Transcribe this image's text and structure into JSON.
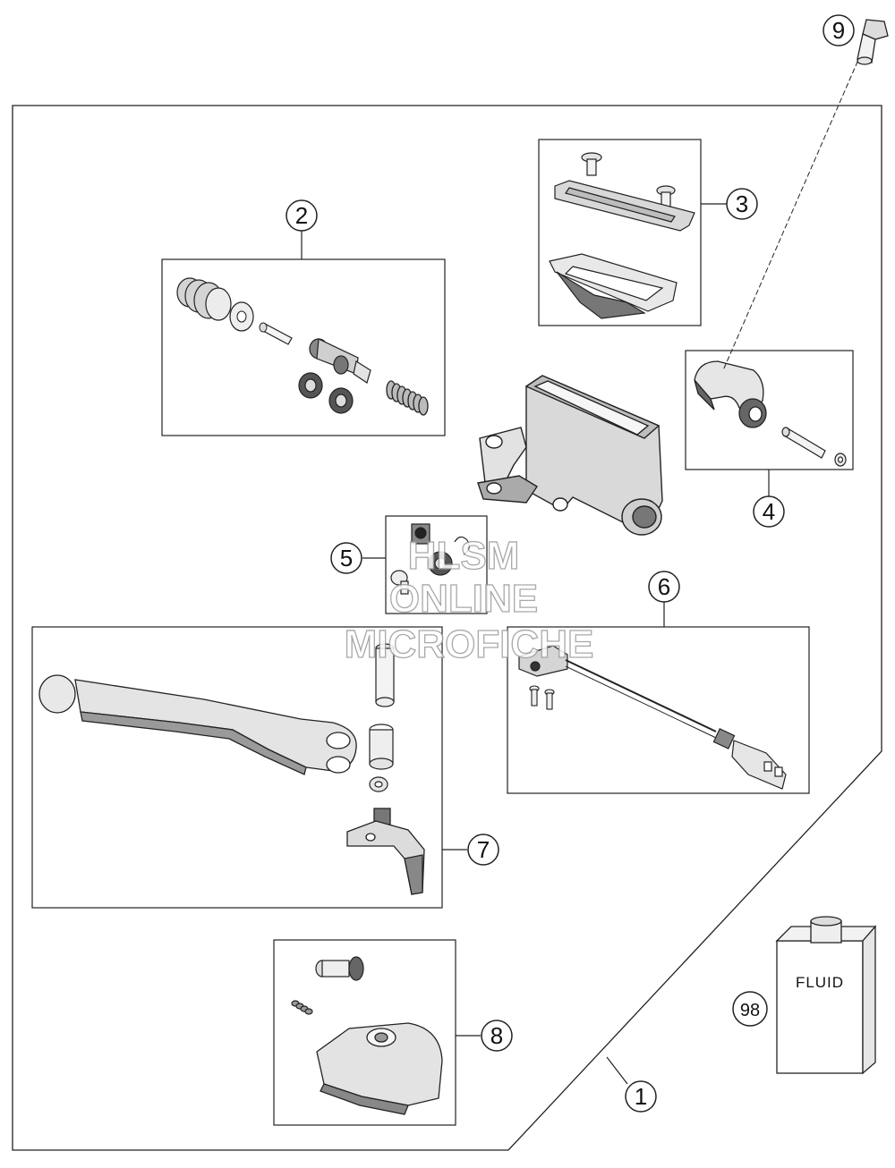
{
  "callouts": {
    "c1": "1",
    "c2": "2",
    "c3": "3",
    "c4": "4",
    "c5": "5",
    "c6": "6",
    "c7": "7",
    "c8": "8",
    "c9": "9",
    "c98": "98"
  },
  "fluid_label": "FLUID",
  "watermark": {
    "line1": "HLSM",
    "line2": "ONLINE",
    "line3": "MICROFICHE"
  },
  "colors": {
    "line": "#222222",
    "part_fill": "#e9e9e9",
    "dark_fill": "#555555",
    "watermark": "#9a9a9a"
  }
}
